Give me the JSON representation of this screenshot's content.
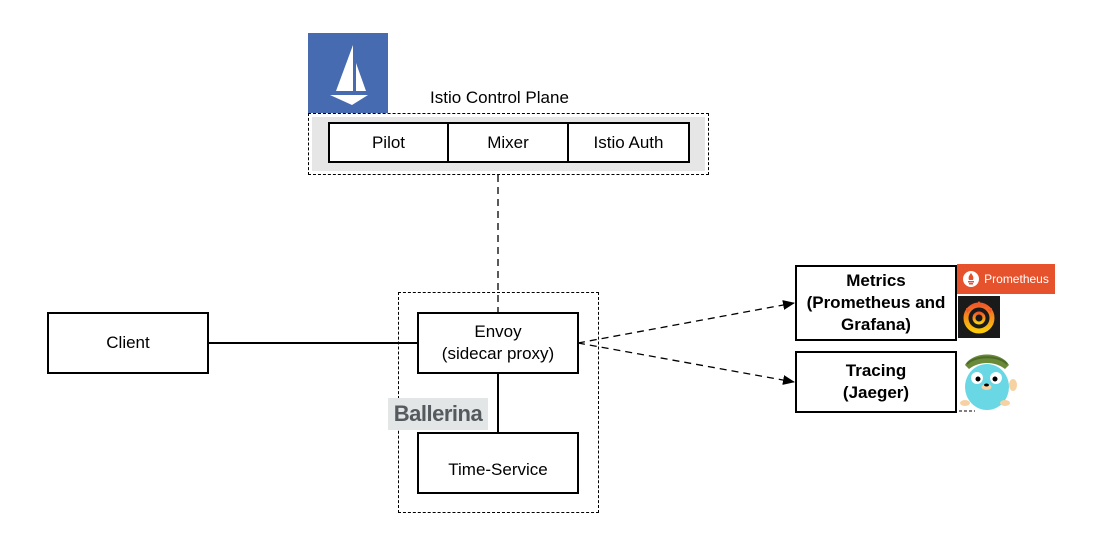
{
  "control_plane": {
    "label": "Istio Control Plane",
    "components": [
      "Pilot",
      "Mixer",
      "Istio Auth"
    ]
  },
  "client": {
    "label": "Client"
  },
  "envoy": {
    "line1": "Envoy",
    "line2": "(sidecar proxy)"
  },
  "service": {
    "label": "Time-Service"
  },
  "metrics": {
    "line1": "Metrics",
    "line2": "(Prometheus and",
    "line3": "Grafana)"
  },
  "tracing": {
    "line1": "Tracing",
    "line2": "(Jaeger)"
  },
  "logos": {
    "ballerina": "Ballerina",
    "prometheus": "Prometheus",
    "istio_icon": "istio-sail-icon",
    "grafana_icon": "grafana-icon",
    "jaeger_icon": "jaeger-gopher-icon"
  },
  "colors": {
    "istio_blue": "#466bb0",
    "prometheus_orange": "#e6522c",
    "control_plane_fill": "#e6e6e6",
    "ballerina_bg": "#e3e6e7"
  }
}
